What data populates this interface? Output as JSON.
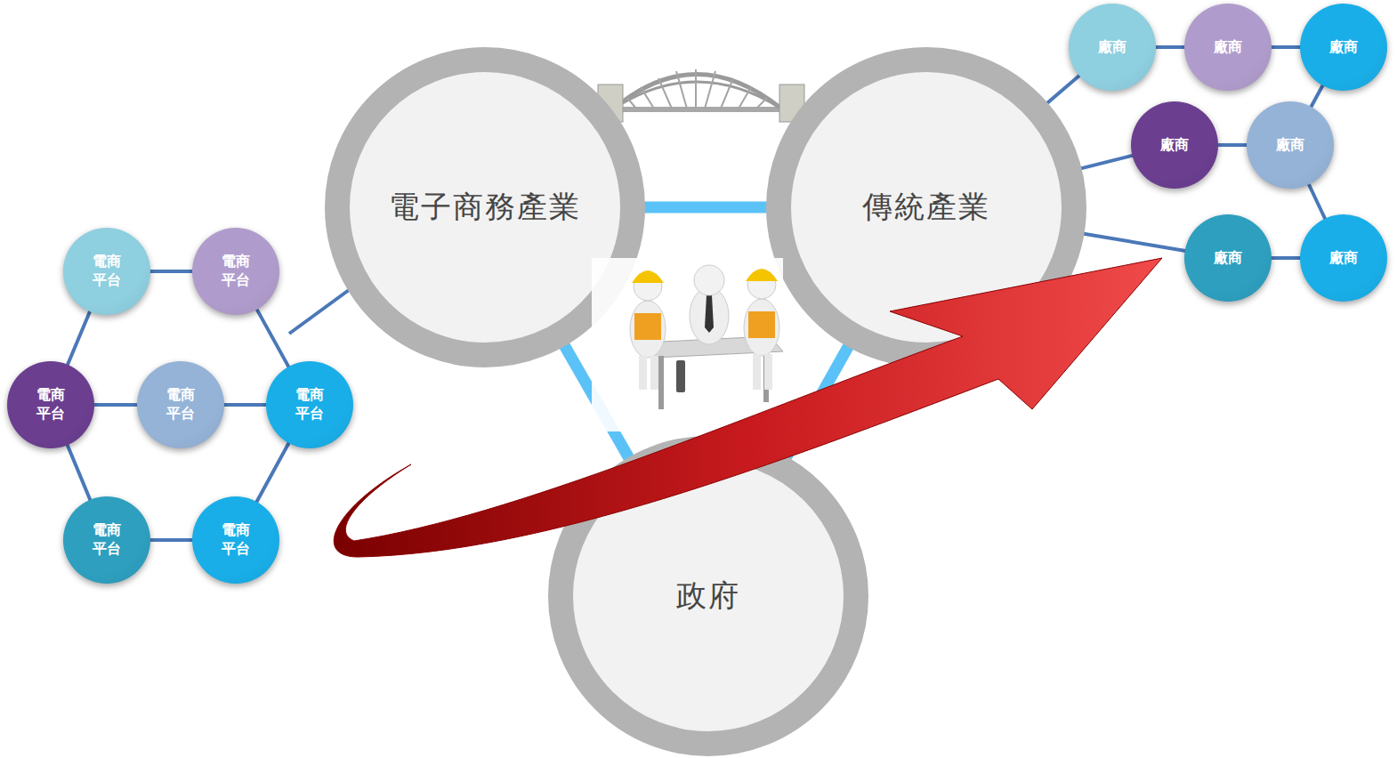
{
  "diagram": {
    "nodes": [
      {
        "text": [
          "電子商務產業"
        ]
      },
      {
        "text": [
          "傳統產業"
        ]
      },
      {
        "text": [
          "政府"
        ]
      },
      {
        "text": [
          "電商 平台"
        ]
      },
      {
        "text": [
          "電商 平台"
        ]
      },
      {
        "text": [
          "電商 平台"
        ]
      },
      {
        "text": [
          "電商 平台"
        ]
      },
      {
        "text": [
          "電商 平台"
        ]
      },
      {
        "text": [
          "電商 平台"
        ]
      },
      {
        "text": [
          "電商 平台"
        ]
      },
      {
        "text": [
          "廠商"
        ]
      },
      {
        "text": [
          "廠商"
        ]
      },
      {
        "text": [
          "廠商"
        ]
      },
      {
        "text": [
          "廠商"
        ]
      },
      {
        "text": [
          "廠商"
        ]
      },
      {
        "text": [
          "廠商"
        ]
      },
      {
        "text": [
          "廠商"
        ]
      }
    ],
    "edges": [
      {
        "from": 0,
        "to": 1,
        "arrow": "none"
      },
      {
        "from": 0,
        "to": 2,
        "arrow": "none"
      },
      {
        "from": 1,
        "to": 2,
        "arrow": "none"
      },
      {
        "from": 3,
        "to": 4,
        "arrow": "none"
      },
      {
        "from": 3,
        "to": 5,
        "arrow": "none"
      },
      {
        "from": 4,
        "to": 7,
        "arrow": "none"
      },
      {
        "from": 5,
        "to": 6,
        "arrow": "none"
      },
      {
        "from": 6,
        "to": 7,
        "arrow": "none"
      },
      {
        "from": 5,
        "to": 8,
        "arrow": "none"
      },
      {
        "from": 8,
        "to": 9,
        "arrow": "none"
      },
      {
        "from": 7,
        "to": 9,
        "arrow": "none"
      },
      {
        "from": 10,
        "to": 11,
        "arrow": "none"
      },
      {
        "from": 11,
        "to": 12,
        "arrow": "none"
      },
      {
        "from": 12,
        "to": 14,
        "arrow": "none"
      },
      {
        "from": 13,
        "to": 14,
        "arrow": "none"
      },
      {
        "from": 14,
        "to": 16,
        "arrow": "none"
      },
      {
        "from": 15,
        "to": 16,
        "arrow": "none"
      },
      {
        "from": 1,
        "to": 10,
        "arrow": "none"
      },
      {
        "from": 1,
        "to": 13,
        "arrow": "none"
      },
      {
        "from": 1,
        "to": 15,
        "arrow": "none"
      }
    ]
  }
}
